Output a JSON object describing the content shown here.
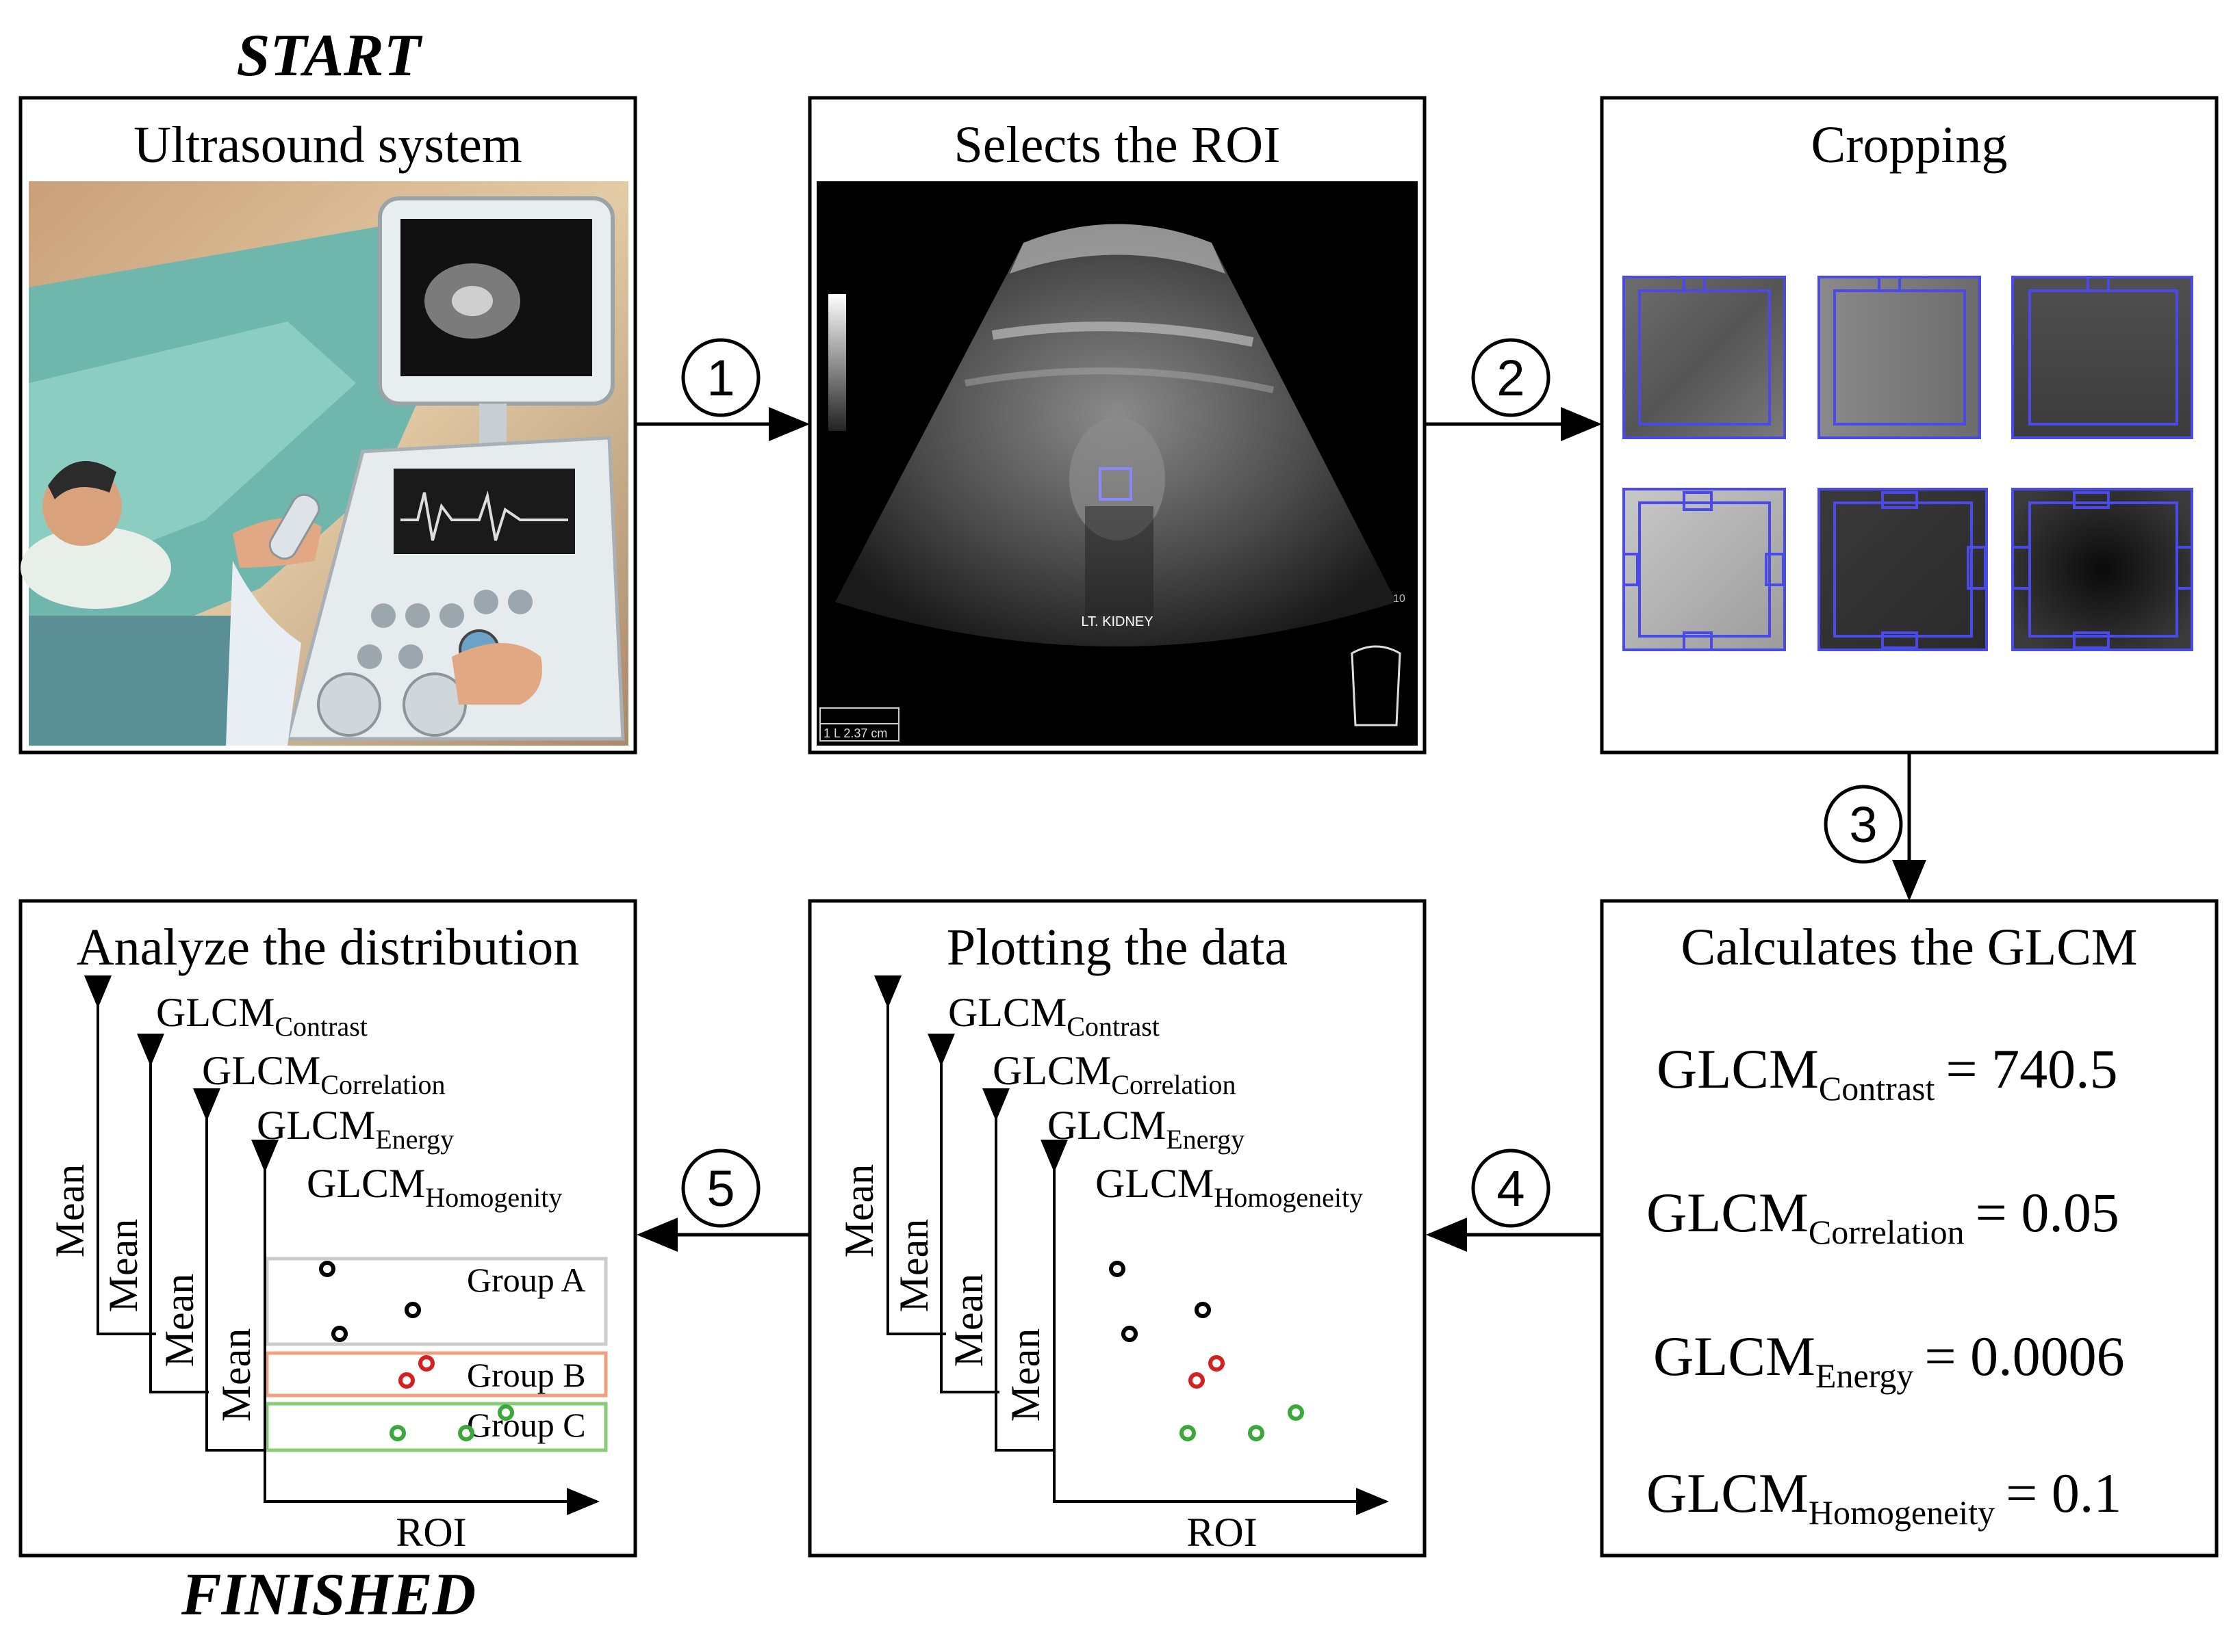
{
  "start_label": "START",
  "finished_label": "FINISHED",
  "steps": [
    "1",
    "2",
    "3",
    "4",
    "5"
  ],
  "panels": {
    "ultrasound": {
      "title": "Ultrasound system"
    },
    "roi": {
      "title": "Selects the ROI",
      "organ_label": "LT. KIDNEY",
      "measure_label": "1 L 2.37 cm",
      "depth_mark": "10"
    },
    "cropping": {
      "title": "Cropping"
    },
    "glcm": {
      "title": "Calculates the GLCM",
      "base": "GLCM",
      "rows": [
        {
          "sub": "Contrast",
          "value": "= 740.5"
        },
        {
          "sub": "Correlation",
          "value": "= 0.05"
        },
        {
          "sub": "Energy",
          "value": "= 0.0006"
        },
        {
          "sub": "Homogeneity",
          "value": "= 0.1"
        }
      ]
    },
    "plotting": {
      "title": "Plotting the data",
      "y_label": "Mean",
      "x_label": "ROI",
      "base": "GLCM",
      "axes": [
        "Contrast",
        "Correlation",
        "Energy",
        "Homogeneity"
      ]
    },
    "analyze": {
      "title": "Analyze the distribution",
      "y_label": "Mean",
      "x_label": "ROI",
      "base": "GLCM",
      "axes": [
        "Contrast",
        "Correlation",
        "Energy",
        "Homogenity"
      ],
      "groups": [
        {
          "name": "Group A",
          "color": "#bdbdbd"
        },
        {
          "name": "Group B",
          "color": "#f0a080"
        },
        {
          "name": "Group C",
          "color": "#88cc77"
        }
      ]
    }
  },
  "colors": {
    "ink": "#000000",
    "crop_box": "#4a4ae8",
    "group_a_points": "#000000",
    "group_b_points": "#d42020",
    "group_c_points": "#3aa83a"
  }
}
